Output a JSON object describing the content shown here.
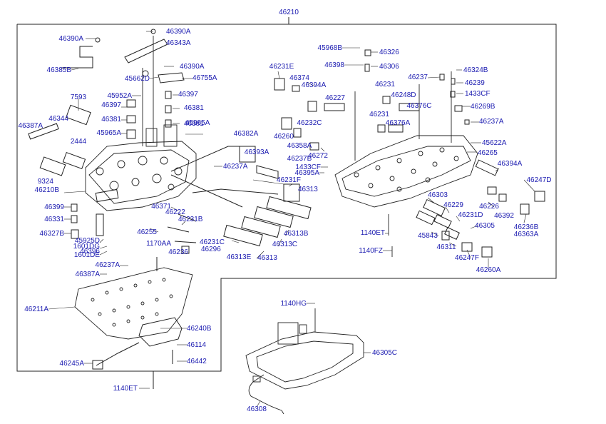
{
  "diagram": {
    "assembly_label": "46210",
    "callouts": [
      "46390A",
      "46390A",
      "46343A",
      "46385B",
      "46390A",
      "45662D",
      "46755A",
      "7593",
      "45952A",
      "46397",
      "46397",
      "46381",
      "46344",
      "46381",
      "46381",
      "46387A",
      "45965A",
      "45965A",
      "2444",
      "9324",
      "46210B",
      "46399",
      "46331",
      "46327B",
      "45925D",
      "1601DG",
      "46396",
      "1601DE",
      "46237A",
      "46387A",
      "46211A",
      "46245A",
      "46240B",
      "46114",
      "46442",
      "1140ET",
      "46382A",
      "46393A",
      "46237A",
      "46237B",
      "46231F",
      "46313",
      "46371",
      "46222",
      "46231B",
      "46255",
      "1170AA",
      "46231C",
      "46296",
      "46236",
      "46313B",
      "46313C",
      "46313E",
      "46313",
      "45968B",
      "46326",
      "46398",
      "46306",
      "46231E",
      "46374",
      "46394A",
      "46227",
      "46231",
      "46248D",
      "46376C",
      "46231",
      "46376A",
      "46237",
      "46324B",
      "46239",
      "1433CF",
      "46269B",
      "46237A",
      "46232C",
      "46260",
      "46358A",
      "46272",
      "1433CF",
      "46395A",
      "45622A",
      "46265",
      "46394A",
      "46247D",
      "46303",
      "46229",
      "46231D",
      "46226",
      "46392",
      "46305",
      "46236B",
      "46363A",
      "45843",
      "1140ET",
      "1140FZ",
      "46311",
      "46247F",
      "46260A",
      "1140HG",
      "46305C",
      "46308"
    ]
  }
}
